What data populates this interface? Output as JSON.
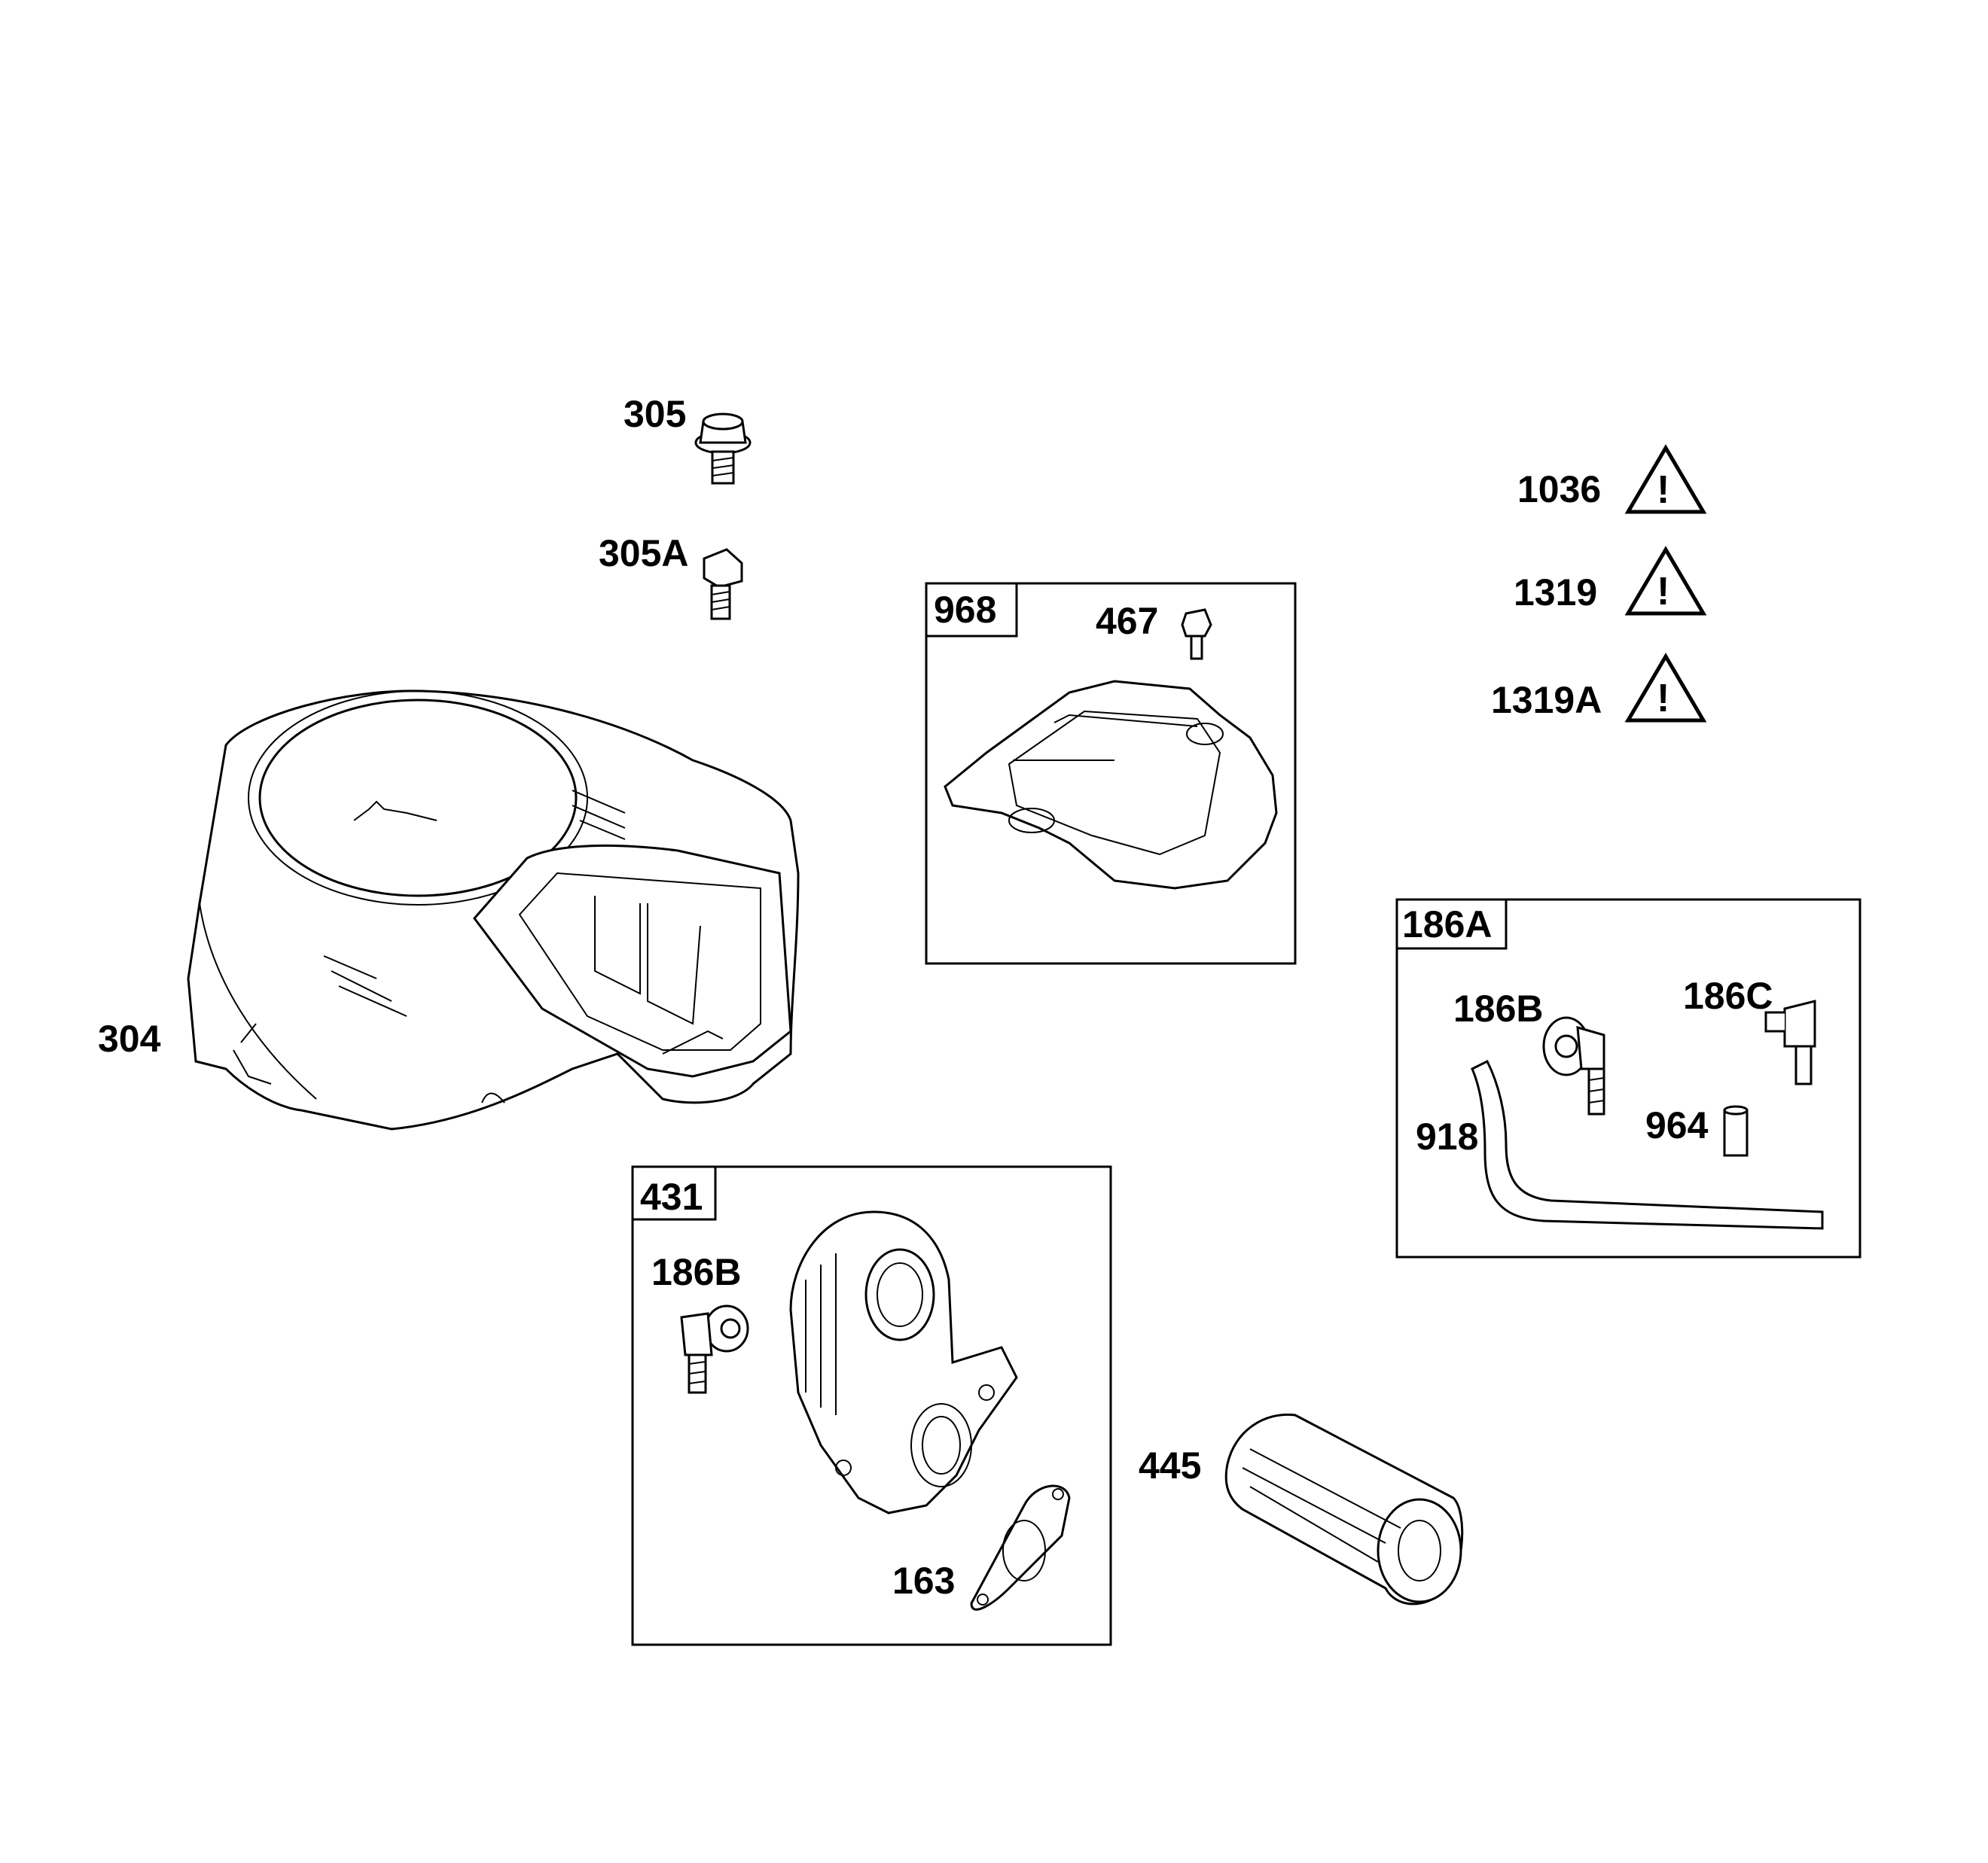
{
  "callouts": {
    "p305": "305",
    "p305a": "305A",
    "p304": "304",
    "p968": "968",
    "p467": "467",
    "p1036": "1036",
    "p1319": "1319",
    "p1319a": "1319A",
    "p186a": "186A",
    "p186b_kit": "186B",
    "p186c": "186C",
    "p918": "918",
    "p964": "964",
    "p431": "431",
    "p186b": "186B",
    "p163": "163",
    "p445": "445"
  },
  "icons": {
    "warning": "warning-triangle-icon"
  }
}
